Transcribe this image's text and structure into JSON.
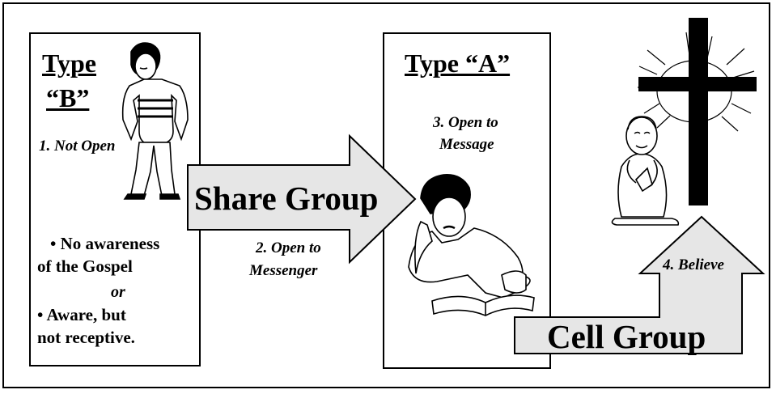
{
  "left_box": {
    "title_line1": "Type",
    "title_line2": "“B”",
    "step1": "1. Not Open",
    "bullet1_line1": "• No awareness",
    "bullet1_line2": "of the Gospel",
    "or_text": "or",
    "bullet2_line1": "• Aware, but",
    "bullet2_line2": "not receptive."
  },
  "share_arrow": {
    "label": "Share Group",
    "step2_line1": "2. Open to",
    "step2_line2": "Messenger"
  },
  "right_box": {
    "title": "Type “A”",
    "step3_line1": "3. Open to",
    "step3_line2": "Message"
  },
  "cell_arrow": {
    "label": "Cell Group",
    "step4": "4. Believe"
  },
  "colors": {
    "arrow_fill": "#e6e6e6",
    "ink": "#000000",
    "paper": "#ffffff"
  },
  "icons": [
    "standing-man-icon",
    "reading-man-icon",
    "praying-man-icon",
    "cross-icon"
  ]
}
